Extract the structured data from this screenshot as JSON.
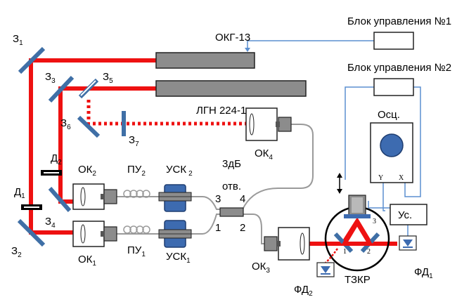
{
  "labels": {
    "mirror_z1": "З",
    "mirror_z1_sub": "1",
    "mirror_z2": "З",
    "mirror_z2_sub": "2",
    "mirror_z3": "З",
    "mirror_z3_sub": "3",
    "mirror_z4": "З",
    "mirror_z4_sub": "4",
    "mirror_z5": "З",
    "mirror_z5_sub": "5",
    "mirror_z6": "З",
    "mirror_z6_sub": "6",
    "mirror_z7": "З",
    "mirror_z7_sub": "7",
    "d1": "Д",
    "d1_sub": "1",
    "d2": "Д",
    "d2_sub": "2",
    "ok1": "ОК",
    "ok1_sub": "1",
    "ok2": "ОК",
    "ok2_sub": "2",
    "ok3": "ОК",
    "ok3_sub": "3",
    "ok4": "ОК",
    "ok4_sub": "4",
    "pu1": "ПУ",
    "pu1_sub": "1",
    "pu2": "ПУ",
    "pu2_sub": "2",
    "usk1": "УСК",
    "usk1_sub": "1",
    "usk2": "УСК",
    "usk2_sub": "2",
    "laser_okg": "ОКГ-13",
    "laser_lgn": "ЛГН 224-1",
    "control_unit_1": "Блок управления №1",
    "control_unit_2": "Блок управления №2",
    "scope": "Осц.",
    "scope_y": "Y",
    "scope_x": "X",
    "amplifier": "Ус.",
    "coupler": "3дБ",
    "coupler_2": "отв.",
    "port1": "1",
    "port2": "2",
    "port3": "3",
    "port4": "4",
    "fd1": "ФД",
    "fd1_sub": "1",
    "fd2": "ФД",
    "fd2_sub": "2",
    "tzkr": "ТЗКР",
    "tri1": "1",
    "tri2": "2",
    "tri3": "3"
  },
  "colors": {
    "beam": "#ee1111",
    "mirror": "#3f6fa6",
    "fiber": "#9a9a9a",
    "wire": "#5b8fd0",
    "usk": "#3d6bb0",
    "laser_body": "#8c8c8c"
  }
}
